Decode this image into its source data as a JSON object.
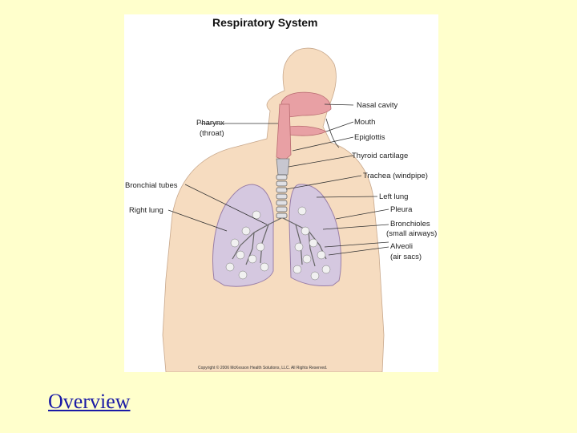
{
  "diagram": {
    "title": "Respiratory System",
    "labels": {
      "nasal_cavity": "Nasal cavity",
      "mouth": "Mouth",
      "epiglottis": "Epiglottis",
      "thyroid_cartilage": "Thyroid cartilage",
      "trachea": "Trachea (windpipe)",
      "left_lung": "Left lung",
      "pleura": "Pleura",
      "bronchioles_1": "Bronchioles",
      "bronchioles_2": "(small airways)",
      "alveoli_1": "Alveoli",
      "alveoli_2": "(air sacs)",
      "pharynx_1": "Pharynx",
      "pharynx_2": "(throat)",
      "bronchial_tubes": "Bronchial tubes",
      "right_lung": "Right lung"
    },
    "copyright": "Copyright © 2006 McKesson Health Solutions, LLC. All Rights Reserved.",
    "colors": {
      "skin": "#f6dcc0",
      "airway": "#e8a0a4",
      "lung": "#d5c8e0",
      "background": "#ffffcc"
    }
  },
  "overview_link": "Overview"
}
